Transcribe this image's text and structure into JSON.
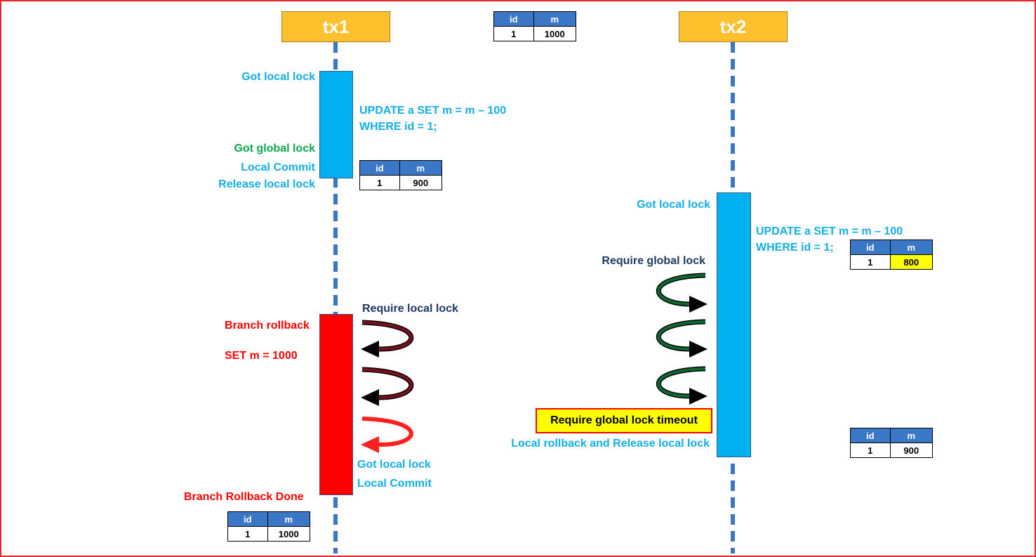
{
  "headers": {
    "tx1": "tx1",
    "tx2": "tx2"
  },
  "table_columns": {
    "id": "id",
    "m": "m"
  },
  "tables": {
    "initial": {
      "id": "1",
      "m": "1000"
    },
    "tx1_after_update": {
      "id": "1",
      "m": "900"
    },
    "tx2_after_update": {
      "id": "1",
      "m": "800"
    },
    "tx2_after_rollback": {
      "id": "1",
      "m": "900"
    },
    "final": {
      "id": "1",
      "m": "1000"
    }
  },
  "tx1": {
    "got_local_lock": "Got local lock",
    "update_line1": "UPDATE a SET m = m – 100",
    "update_line2": "WHERE id = 1;",
    "got_global_lock": "Got global lock",
    "local_commit": "Local Commit",
    "release_local_lock": "Release local lock",
    "branch_rollback": "Branch rollback",
    "set_m": "SET m = 1000",
    "require_local_lock": "Require local lock",
    "got_local_lock_2": "Got local lock",
    "local_commit_2": "Local Commit",
    "branch_rollback_done": "Branch Rollback Done"
  },
  "tx2": {
    "got_local_lock": "Got local lock",
    "update_line1": "UPDATE a SET m = m – 100",
    "update_line2": "WHERE id = 1;",
    "require_global_lock": "Require global lock",
    "timeout": "Require global lock timeout",
    "local_rollback": "Local rollback and Release local lock"
  },
  "colors": {
    "header_fill": "#fec02d",
    "lifeline": "#3a77c6",
    "active_bar": "#00b0f0",
    "rollback_bar": "#ff0000",
    "table_header": "#3a77c6",
    "highlight": "#ffff00",
    "retry_arrow_tx1": "#6b0f1a",
    "retry_arrow_tx2": "#0b5a2e"
  },
  "icons": {
    "retry_loop": "curved-retry-arrow"
  }
}
